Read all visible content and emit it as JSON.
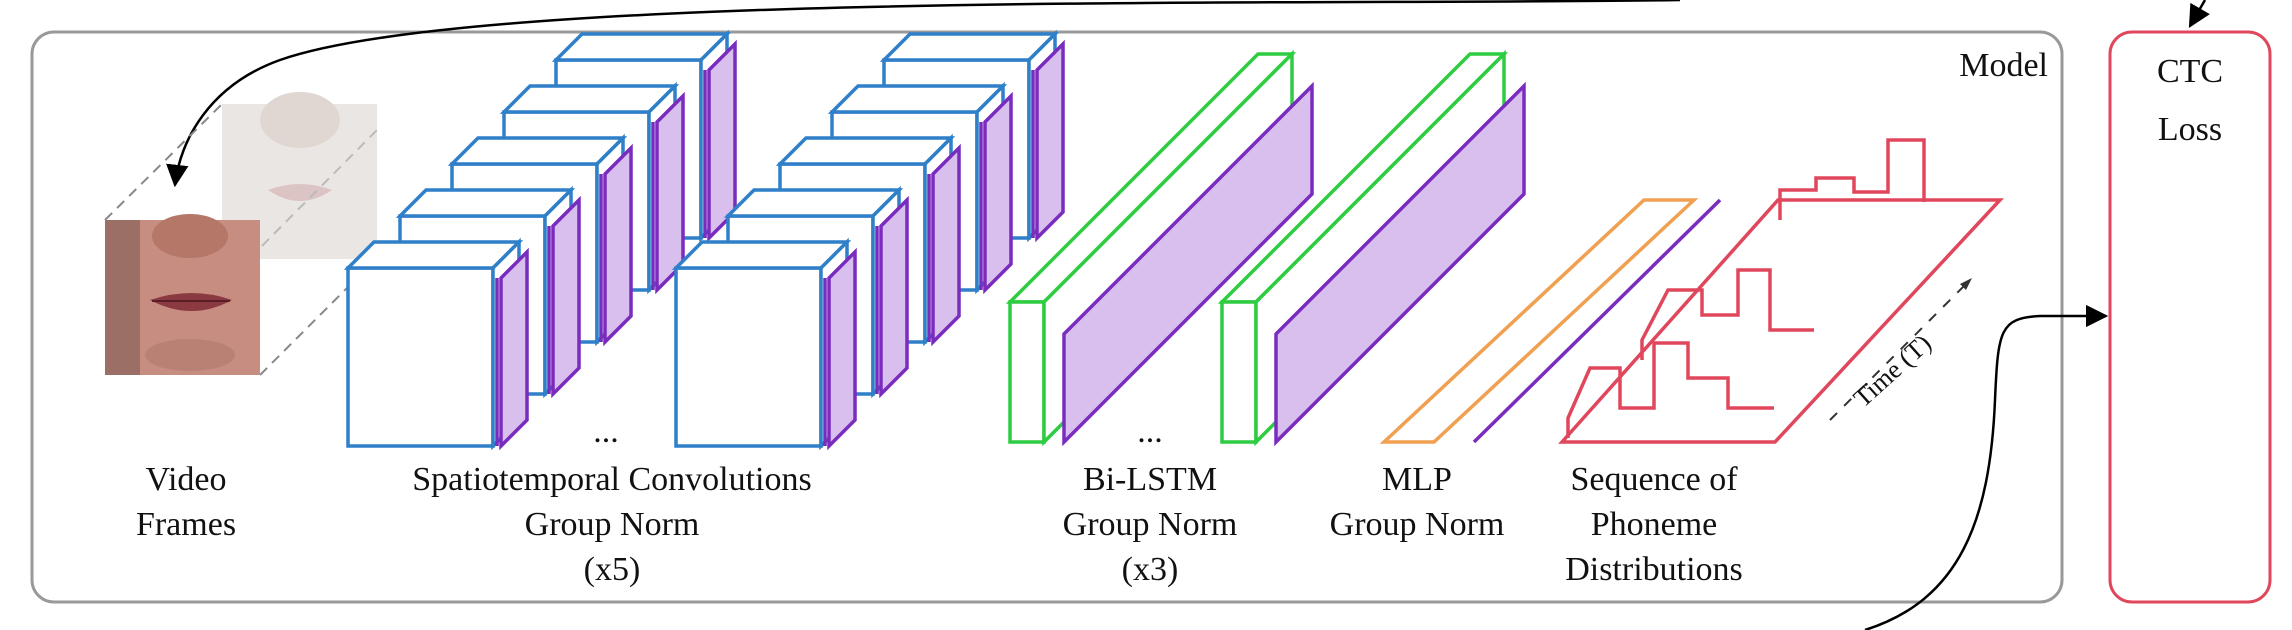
{
  "model_label": "Model",
  "ctc": {
    "line1": "CTC",
    "line2": "Loss"
  },
  "stages": {
    "video": {
      "line1": "Video",
      "line2": "Frames"
    },
    "conv": {
      "line1": "Spatiotemporal Convolutions",
      "line2": "Group Norm",
      "line3": "(x5)",
      "ellipsis": "..."
    },
    "lstm": {
      "line1": "Bi-LSTM",
      "line2": "Group Norm",
      "line3": "(x3)",
      "ellipsis": "..."
    },
    "mlp": {
      "line1": "MLP",
      "line2": "Group Norm"
    },
    "seq": {
      "line1": "Sequence of",
      "line2": "Phoneme",
      "line3": "Distributions",
      "time_label": "Time (T)"
    }
  },
  "colors": {
    "conv_block": "#2f7fc9",
    "group_norm": "#7a2cbf",
    "group_norm_fill": "#d9bfee",
    "lstm_block": "#2ecc40",
    "mlp_block": "#f0a050",
    "distribution": "#e0475c",
    "ctc_border": "#e0475c",
    "model_border": "#999999"
  }
}
